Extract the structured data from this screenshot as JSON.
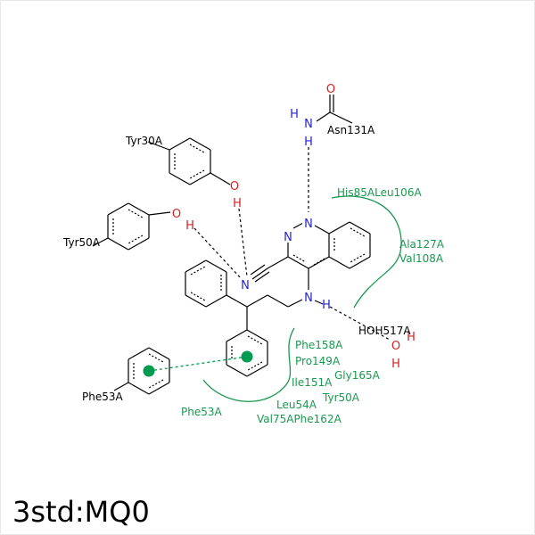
{
  "title": "3std:MQ0",
  "colors": {
    "hydrophobic": "#1a9850",
    "nitrogen": "#2323d2",
    "oxygen": "#d22323",
    "bond": "#000000",
    "pi_stack": "#009b4e"
  },
  "atoms": {
    "n_nitrile": "N",
    "n_amine": "N",
    "h_amine": "H",
    "n_ring1": "N",
    "n_ring2": "N",
    "n_asn": "N",
    "h_asn_top": "H",
    "h_asn_bottom": "H",
    "o_asn": "O",
    "o_tyr30": "O",
    "h_tyr30": "H",
    "o_tyr50": "O",
    "h_tyr50": "H",
    "o_water": "O",
    "h_water_top": "H",
    "h_water_bottom": "H"
  },
  "residues": {
    "asn131": "Asn131A",
    "tyr30": "Tyr30A",
    "tyr50": "Tyr50A",
    "phe53": "Phe53A",
    "water": "HOH517A"
  },
  "hydrophobic_labels": {
    "his85_leu106": "His85ALeu106A",
    "ala127": "Ala127A",
    "val108": "Val108A",
    "phe158": "Phe158A",
    "pro149": "Pro149A",
    "gly165": "Gly165A",
    "ile151": "Ile151A",
    "tyr50": "Tyr50A",
    "leu54": "Leu54A",
    "val75_phe162": "Val75APhe162A",
    "phe53": "Phe53A"
  }
}
